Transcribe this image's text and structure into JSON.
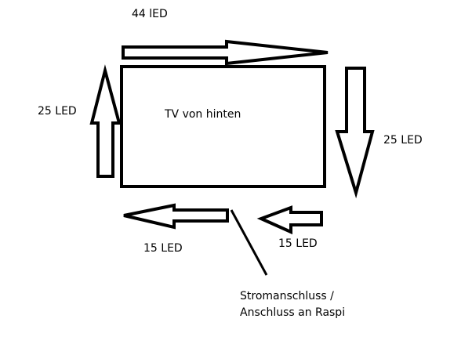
{
  "colors": {
    "stroke": "#000000",
    "background": "#ffffff",
    "text": "#000000"
  },
  "labels": {
    "top_count": "44 lED",
    "left_count": "25 LED",
    "right_count": "25 LED",
    "bottom_left_count": "15 LED",
    "bottom_right_count": "15 LED",
    "tv_label": "TV von hinten",
    "connection_line1": "Stromanschluss /",
    "connection_line2": "Anschluss an Raspi"
  }
}
